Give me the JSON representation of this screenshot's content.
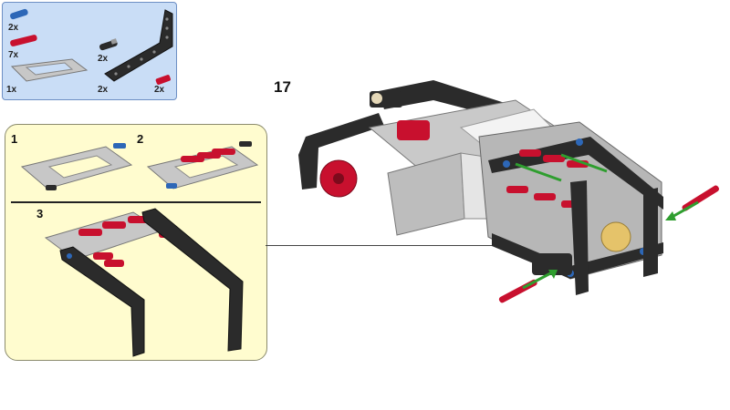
{
  "step": {
    "number": "17"
  },
  "parts_list": {
    "items": [
      {
        "part": "blue-axle-pin",
        "qty": "2x"
      },
      {
        "part": "red-axle-pin",
        "qty": "7x"
      },
      {
        "part": "frame-5x7",
        "qty": "1x"
      },
      {
        "part": "black-pin",
        "qty": "2x"
      },
      {
        "part": "bent-beam",
        "qty": "2x"
      },
      {
        "part": "red-connector",
        "qty": "2x"
      }
    ]
  },
  "callout": {
    "substeps": [
      {
        "label": "1"
      },
      {
        "label": "2"
      },
      {
        "label": "3"
      }
    ]
  },
  "colors": {
    "parts_bg": "#c9ddf6",
    "callout_bg": "#fffccf",
    "lego_red": "#c8102e",
    "lego_blue": "#2d67b7",
    "lego_black": "#2b2b2b",
    "lego_gray": "#b7b7b7",
    "arrow_green": "#2f9e2f"
  }
}
